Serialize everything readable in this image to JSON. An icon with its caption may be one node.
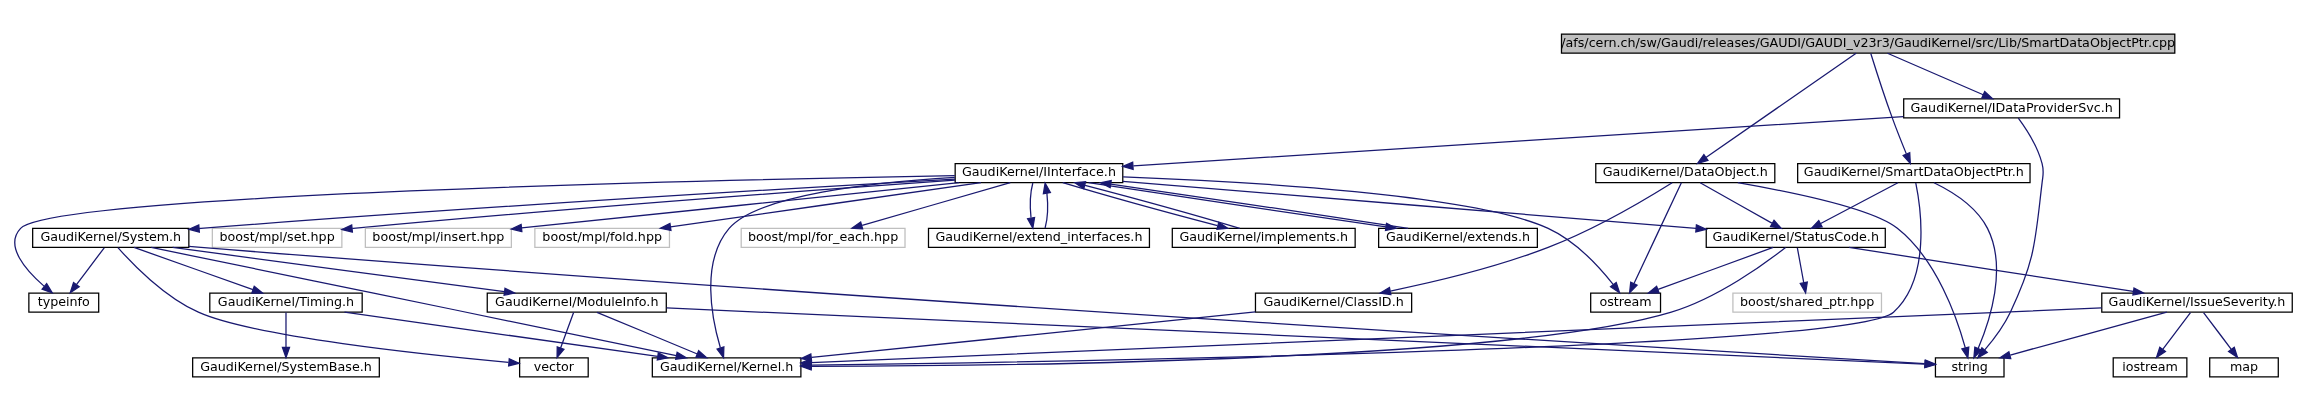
{
  "diagram": {
    "nodes": [
      {
        "text": [
          "/afs/cern.ch/sw/Gaudi/releases/GAUDI/GAUDI_v23r3/GaudiKernel/src/Lib/SmartDataObjectPtr.cpp"
        ]
      },
      {
        "text": [
          "GaudiKernel/IDataProviderSvc.h"
        ]
      },
      {
        "text": [
          "GaudiKernel/SmartDataObjectPtr.h"
        ]
      },
      {
        "text": [
          "GaudiKernel/DataObject.h"
        ]
      },
      {
        "text": [
          "GaudiKernel/IInterface.h"
        ]
      },
      {
        "text": [
          "GaudiKernel/StatusCode.h"
        ]
      },
      {
        "text": [
          "boost/mpl/for_each.hpp"
        ]
      },
      {
        "text": [
          "GaudiKernel/extend_interfaces.h"
        ]
      },
      {
        "text": [
          "GaudiKernel/implements.h"
        ]
      },
      {
        "text": [
          "GaudiKernel/extends.h"
        ]
      },
      {
        "text": [
          "boost/mpl/set.hpp"
        ]
      },
      {
        "text": [
          "boost/mpl/insert.hpp"
        ]
      },
      {
        "text": [
          "boost/mpl/fold.hpp"
        ]
      },
      {
        "text": [
          "GaudiKernel/System.h"
        ]
      },
      {
        "text": [
          "GaudiKernel/IssueSeverity.h"
        ]
      },
      {
        "text": [
          "boost/shared_ptr.hpp"
        ]
      },
      {
        "text": [
          "ostream"
        ]
      },
      {
        "text": [
          "GaudiKernel/ClassID.h"
        ]
      },
      {
        "text": [
          "GaudiKernel/ModuleInfo.h"
        ]
      },
      {
        "text": [
          "GaudiKernel/Timing.h"
        ]
      },
      {
        "text": [
          "typeinfo"
        ]
      },
      {
        "text": [
          "string"
        ]
      },
      {
        "text": [
          "iostream"
        ]
      },
      {
        "text": [
          "map"
        ]
      },
      {
        "text": [
          "GaudiKernel/Kernel.h"
        ]
      },
      {
        "text": [
          "GaudiKernel/SystemBase.h"
        ]
      },
      {
        "text": [
          "vector"
        ]
      }
    ],
    "edges": [
      {
        "from": 0,
        "to": 1,
        "arrow": "to"
      },
      {
        "from": 0,
        "to": 2,
        "arrow": "to"
      },
      {
        "from": 0,
        "to": 3,
        "arrow": "to"
      },
      {
        "from": 1,
        "to": 21,
        "arrow": "to"
      },
      {
        "from": 1,
        "to": 4,
        "arrow": "to"
      },
      {
        "from": 2,
        "to": 21,
        "arrow": "to"
      },
      {
        "from": 2,
        "to": 5,
        "arrow": "to"
      },
      {
        "from": 2,
        "to": 24,
        "arrow": "to"
      },
      {
        "from": 3,
        "to": 21,
        "arrow": "to"
      },
      {
        "from": 3,
        "to": 5,
        "arrow": "to"
      },
      {
        "from": 3,
        "to": 16,
        "arrow": "to"
      },
      {
        "from": 3,
        "to": 17,
        "arrow": "to"
      },
      {
        "from": 4,
        "to": 5,
        "arrow": "to"
      },
      {
        "from": 4,
        "to": 16,
        "arrow": "to"
      },
      {
        "from": 4,
        "to": 6,
        "arrow": "to"
      },
      {
        "from": 4,
        "to": 7,
        "arrow": "to"
      },
      {
        "from": 7,
        "to": 4,
        "arrow": "to"
      },
      {
        "from": 4,
        "to": 8,
        "arrow": "to"
      },
      {
        "from": 8,
        "to": 4,
        "arrow": "to"
      },
      {
        "from": 4,
        "to": 9,
        "arrow": "to"
      },
      {
        "from": 9,
        "to": 4,
        "arrow": "to"
      },
      {
        "from": 4,
        "to": 10,
        "arrow": "to"
      },
      {
        "from": 4,
        "to": 11,
        "arrow": "to"
      },
      {
        "from": 4,
        "to": 12,
        "arrow": "to"
      },
      {
        "from": 4,
        "to": 13,
        "arrow": "to"
      },
      {
        "from": 4,
        "to": 20,
        "arrow": "to"
      },
      {
        "from": 4,
        "to": 24,
        "arrow": "to"
      },
      {
        "from": 5,
        "to": 14,
        "arrow": "to"
      },
      {
        "from": 5,
        "to": 15,
        "arrow": "to"
      },
      {
        "from": 5,
        "to": 16,
        "arrow": "to"
      },
      {
        "from": 5,
        "to": 24,
        "arrow": "to"
      },
      {
        "from": 14,
        "to": 21,
        "arrow": "to"
      },
      {
        "from": 14,
        "to": 22,
        "arrow": "to"
      },
      {
        "from": 14,
        "to": 23,
        "arrow": "to"
      },
      {
        "from": 14,
        "to": 24,
        "arrow": "to"
      },
      {
        "from": 17,
        "to": 24,
        "arrow": "to"
      },
      {
        "from": 13,
        "to": 21,
        "arrow": "to"
      },
      {
        "from": 13,
        "to": 24,
        "arrow": "to"
      },
      {
        "from": 13,
        "to": 18,
        "arrow": "to"
      },
      {
        "from": 13,
        "to": 19,
        "arrow": "to"
      },
      {
        "from": 13,
        "to": 26,
        "arrow": "to"
      },
      {
        "from": 13,
        "to": 20,
        "arrow": "to"
      },
      {
        "from": 18,
        "to": 21,
        "arrow": "to"
      },
      {
        "from": 18,
        "to": 24,
        "arrow": "to"
      },
      {
        "from": 18,
        "to": 26,
        "arrow": "to"
      },
      {
        "from": 19,
        "to": 24,
        "arrow": "to"
      },
      {
        "from": 19,
        "to": 25,
        "arrow": "to"
      }
    ]
  }
}
